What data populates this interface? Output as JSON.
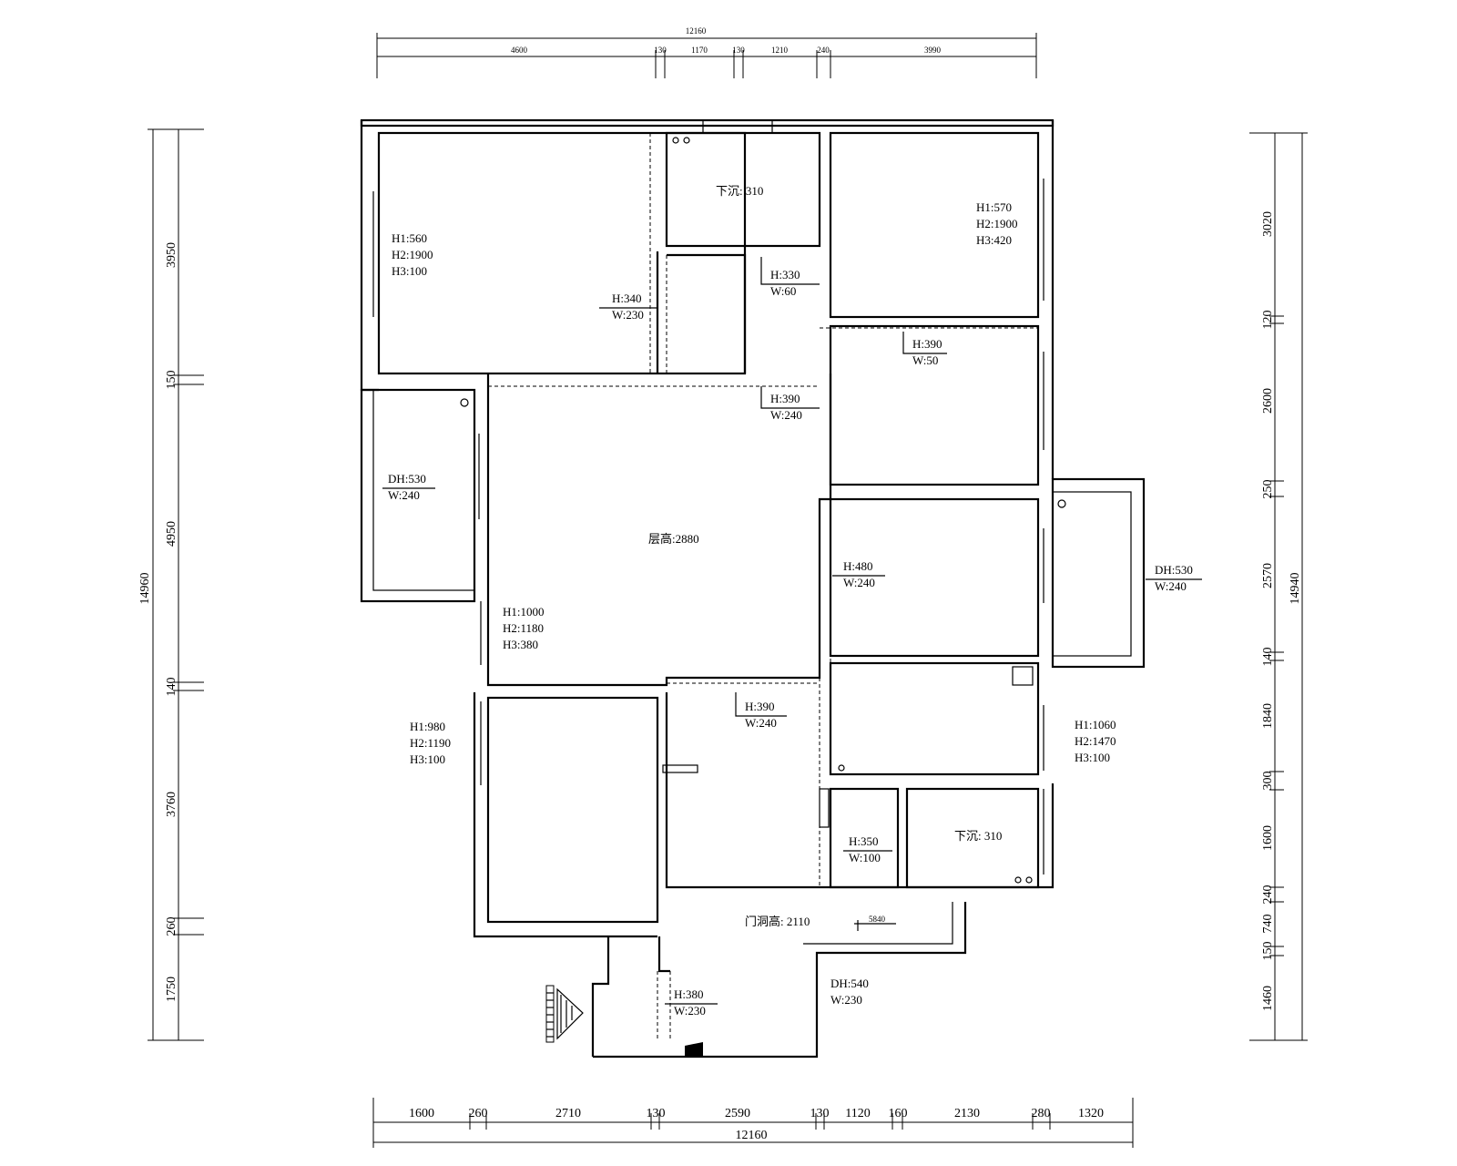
{
  "top_dims": {
    "total": "12160",
    "segments": [
      "4600",
      "130",
      "1170",
      "130",
      "1210",
      "240",
      "3990"
    ]
  },
  "bottom_dims": {
    "total": "12160",
    "segments": [
      "1600",
      "260",
      "2710",
      "130",
      "2590",
      "130",
      "1120",
      "160",
      "2130",
      "280",
      "1320"
    ]
  },
  "left_dims": {
    "total": "14960",
    "segments": [
      "3950",
      "150",
      "4950",
      "140",
      "3760",
      "260",
      "1750"
    ]
  },
  "right_dims": {
    "total": "14940",
    "segments": [
      "3020",
      "120",
      "2600",
      "250",
      "2570",
      "140",
      "1840",
      "300",
      "1600",
      "240",
      "740",
      "150",
      "1460"
    ]
  },
  "room_notes": {
    "bedroom_nw": [
      "H1:560",
      "H2:1900",
      "H3:100"
    ],
    "bath_top": "下沉: 310",
    "bedroom_ne": [
      "H1:570",
      "H2:1900",
      "H3:420"
    ],
    "living": "层高:2880",
    "living_window": [
      "H1:1000",
      "H2:1180",
      "H3:380"
    ],
    "left_bedroom_sw": [
      "H1:980",
      "H2:1190",
      "H3:100"
    ],
    "right_room_se": [
      "H1:1060",
      "H2:1470",
      "H3:100"
    ],
    "bath_bottom": "下沉: 310",
    "door_height": "门洞高: 2110",
    "level_mark": "5840"
  },
  "openings": {
    "o1": [
      "H:340",
      "W:230"
    ],
    "o2": [
      "H:330",
      "W:60"
    ],
    "o3": [
      "H:390",
      "W:50"
    ],
    "o4": [
      "H:390",
      "W:240"
    ],
    "o5": [
      "DH:530",
      "W:240"
    ],
    "o6": [
      "H:480",
      "W:240"
    ],
    "o7": [
      "DH:530",
      "W:240"
    ],
    "o8": [
      "H:390",
      "W:240"
    ],
    "o9": [
      "H:350",
      "W:100"
    ],
    "o10": [
      "DH:540",
      "W:230"
    ],
    "o11": [
      "H:380",
      "W:230"
    ]
  }
}
